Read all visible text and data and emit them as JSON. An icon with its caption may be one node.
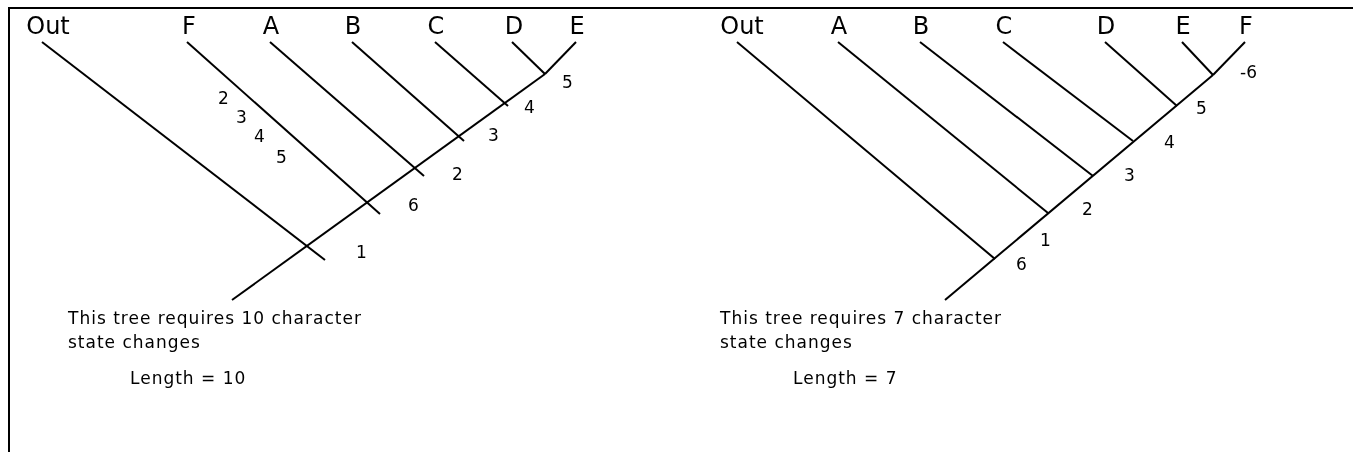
{
  "diagram": {
    "nodes": [
      {
        "text": [
          "Out"
        ]
      },
      {
        "text": [
          "F"
        ]
      },
      {
        "text": [
          "A"
        ]
      },
      {
        "text": [
          "B"
        ]
      },
      {
        "text": [
          "C"
        ]
      },
      {
        "text": [
          "D"
        ]
      },
      {
        "text": [
          "E"
        ]
      },
      {
        "text": [
          "Out"
        ]
      },
      {
        "text": [
          "A"
        ]
      },
      {
        "text": [
          "B"
        ]
      },
      {
        "text": [
          "C"
        ]
      },
      {
        "text": [
          "D"
        ]
      },
      {
        "text": [
          "E"
        ]
      },
      {
        "text": [
          "F"
        ]
      }
    ],
    "edges": [
      {
        "from": 0,
        "to": null,
        "arrow": "none"
      },
      {
        "from": 1,
        "to": null,
        "arrow": "none"
      },
      {
        "from": 2,
        "to": null,
        "arrow": "none"
      },
      {
        "from": 3,
        "to": null,
        "arrow": "none"
      },
      {
        "from": 4,
        "to": null,
        "arrow": "none"
      },
      {
        "from": 5,
        "to": null,
        "arrow": "none"
      },
      {
        "from": 6,
        "to": null,
        "arrow": "none"
      },
      {
        "from": 7,
        "to": null,
        "arrow": "none"
      },
      {
        "from": 8,
        "to": null,
        "arrow": "none"
      },
      {
        "from": 9,
        "to": null,
        "arrow": "none"
      },
      {
        "from": 10,
        "to": null,
        "arrow": "none"
      },
      {
        "from": 11,
        "to": null,
        "arrow": "none"
      },
      {
        "from": 12,
        "to": null,
        "arrow": "none"
      },
      {
        "from": 13,
        "to": null,
        "arrow": "none"
      }
    ],
    "labels": [
      "2",
      "3",
      "4",
      "5",
      "5",
      "4",
      "3",
      "2",
      "6",
      "1",
      "This tree requires 10 character state changes",
      "Length = 10",
      "-6",
      "5",
      "4",
      "3",
      "2",
      "1",
      "6",
      "This tree requires 7 character state changes",
      "Length = 7"
    ]
  }
}
